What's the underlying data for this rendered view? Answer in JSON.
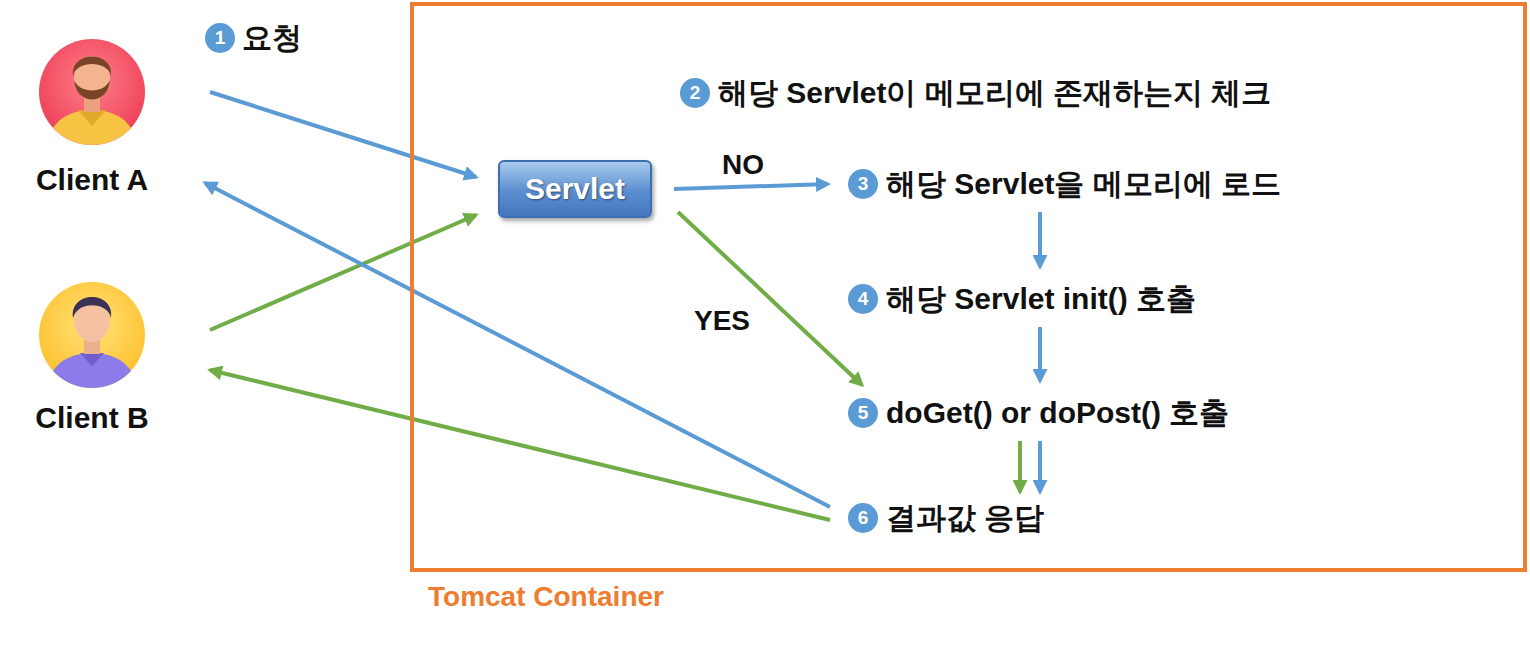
{
  "diagram": {
    "nodes": [
      {
        "text": [
          "Client A"
        ]
      },
      {
        "text": [
          "Client B"
        ]
      },
      {
        "text": [
          "Tomcat Container"
        ]
      },
      {
        "text": [
          "Servlet"
        ],
        "in": 2
      },
      {
        "text": [
          "3",
          "해당 Servlet을 메모리에 로드"
        ],
        "in": 2
      },
      {
        "text": [
          "4",
          "해당 Servlet init() 호출"
        ],
        "in": 2
      },
      {
        "text": [
          "5",
          "doGet() or doPost() 호출"
        ],
        "in": 2
      },
      {
        "text": [
          "6",
          "결과값 응답"
        ],
        "in": 2
      }
    ],
    "edges": [
      {
        "from": 0,
        "to": 3,
        "arrow": "to"
      },
      {
        "from": 1,
        "to": 3,
        "arrow": "to"
      },
      {
        "from": 3,
        "to": 4,
        "label": "NO",
        "arrow": "to"
      },
      {
        "from": 4,
        "to": 5,
        "arrow": "to"
      },
      {
        "from": 5,
        "to": 6,
        "arrow": "to"
      },
      {
        "from": 3,
        "to": 6,
        "label": "YES",
        "arrow": "to"
      },
      {
        "from": 6,
        "to": 7,
        "arrow": "to"
      },
      {
        "from": 6,
        "to": 7,
        "arrow": "to"
      },
      {
        "from": 7,
        "to": 0,
        "arrow": "to"
      },
      {
        "from": 7,
        "to": 1,
        "arrow": "to"
      }
    ],
    "labels": [
      "1",
      "요청",
      "2",
      "해당 Servlet이 메모리에 존재하는지 체크"
    ]
  }
}
